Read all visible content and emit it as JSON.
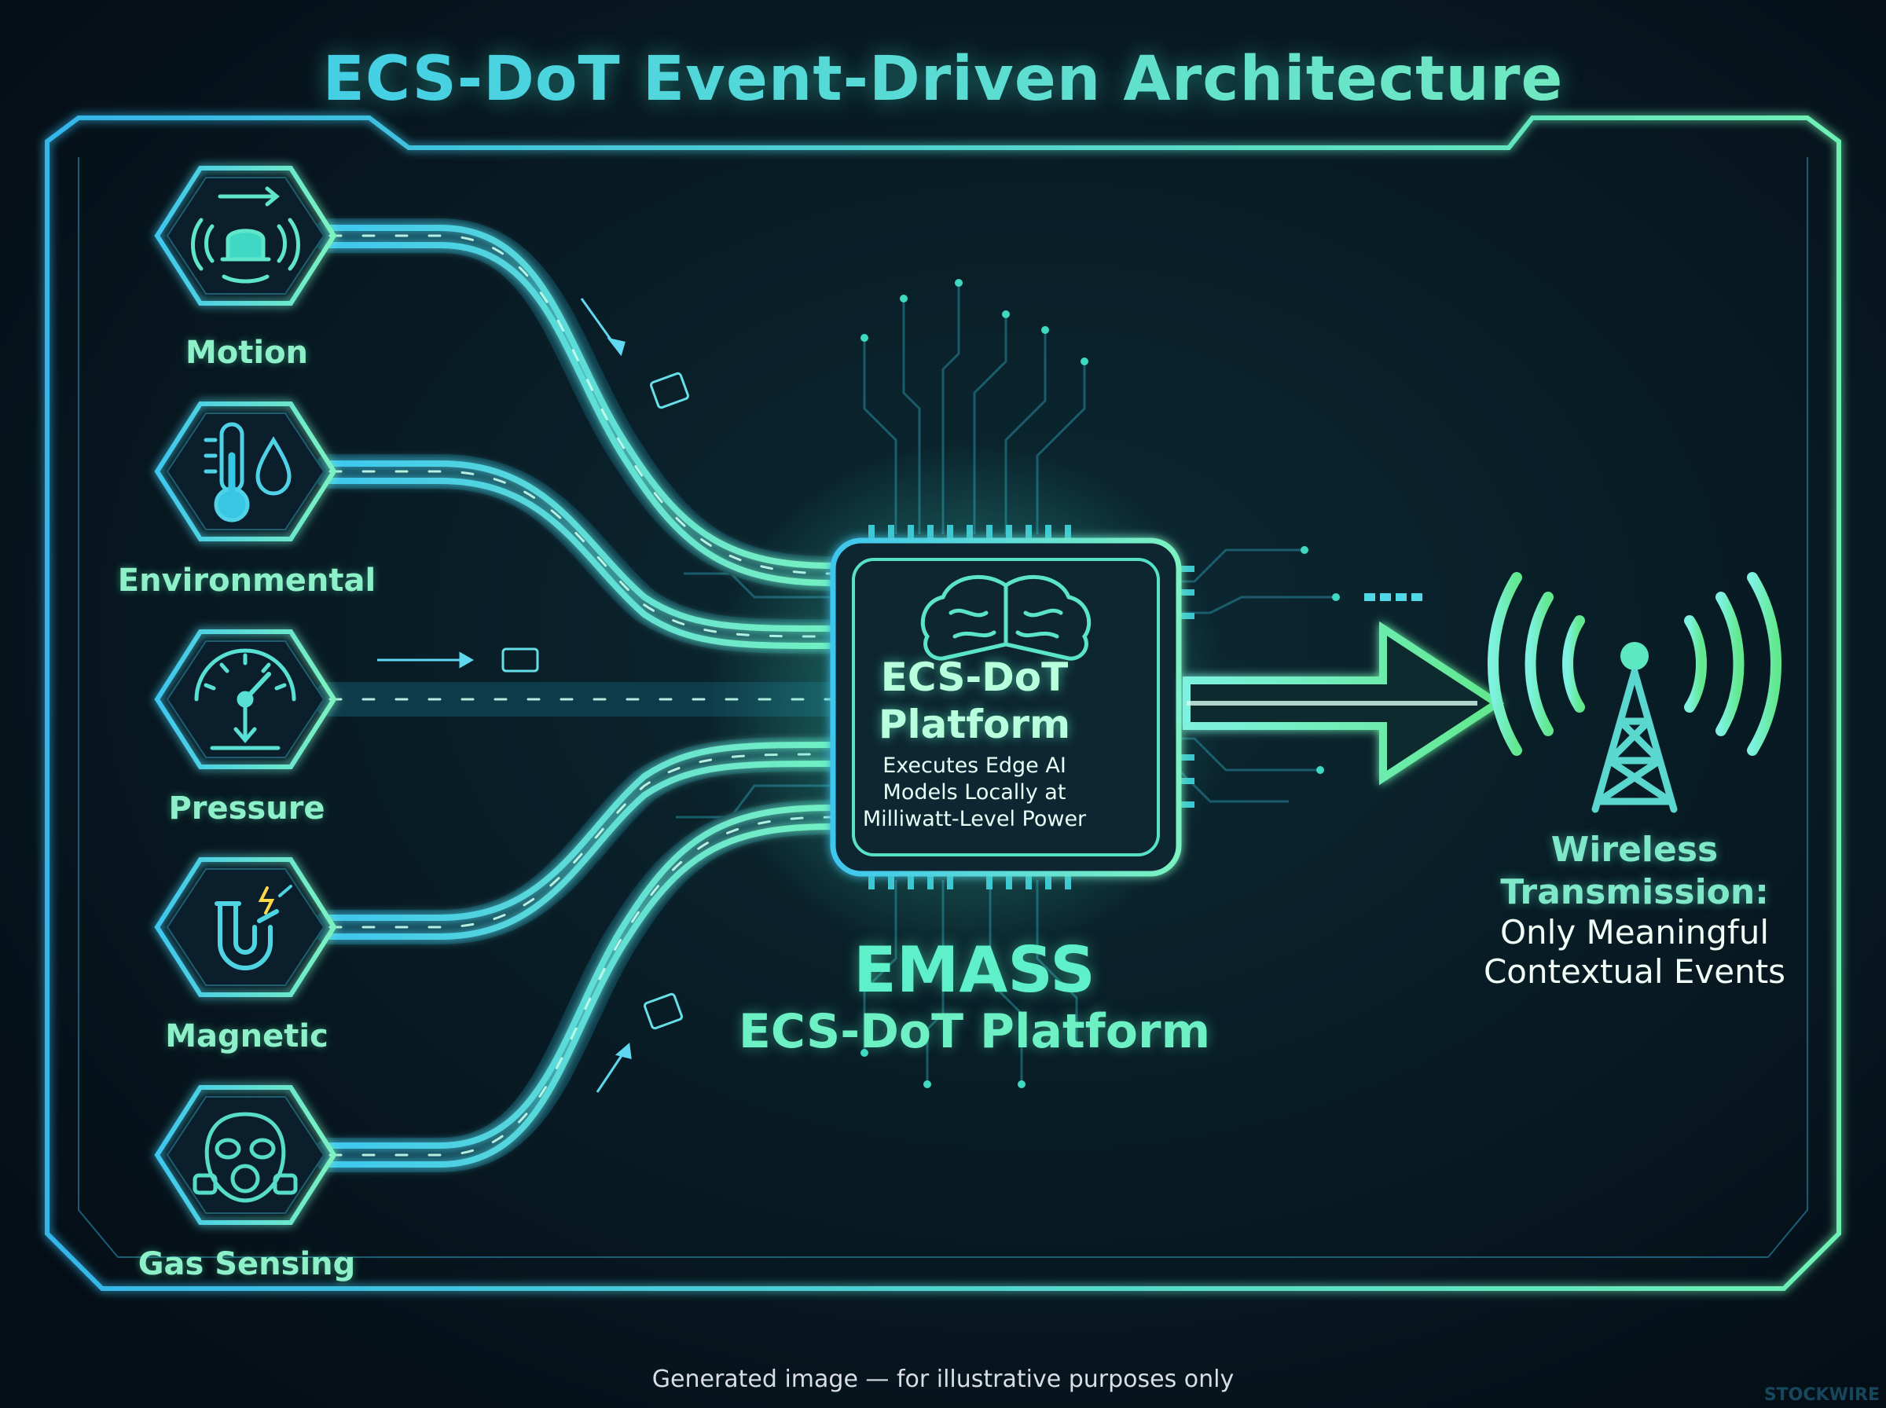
{
  "title": "ECS-DoT Event-Driven Architecture",
  "sensors": [
    {
      "label": "Motion",
      "icon": "motion-bell-icon"
    },
    {
      "label": "Environmental",
      "icon": "thermometer-droplet-icon"
    },
    {
      "label": "Pressure",
      "icon": "pressure-gauge-icon"
    },
    {
      "label": "Magnetic",
      "icon": "magnet-icon"
    },
    {
      "label": "Gas Sensing",
      "icon": "gas-mask-icon"
    }
  ],
  "chip": {
    "title_line1": "ECS-DoT",
    "title_line2": "Platform",
    "desc_line1": "Executes Edge AI",
    "desc_line2": "Models Locally at",
    "desc_line3": "Milliwatt-Level Power",
    "icon": "brain-icon"
  },
  "brand": {
    "name": "EMASS",
    "platform": "ECS-DoT Platform"
  },
  "wireless": {
    "heading_line1": "Wireless",
    "heading_line2": "Transmission:",
    "body_line1": "Only Meaningful",
    "body_line2": "Contextual Events",
    "icon": "radio-tower-icon"
  },
  "footer": "Generated image — for illustrative purposes only",
  "colors": {
    "background": "#06121c",
    "cyan": "#38c8ee",
    "green": "#7cf0b8",
    "frame": "#3fb8e0"
  }
}
